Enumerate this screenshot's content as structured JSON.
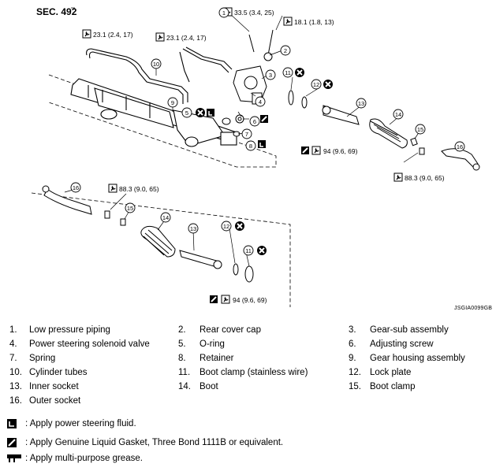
{
  "section": "SEC. 492",
  "image_code": "JSGIA0099GB",
  "torques": {
    "t1": "33.5 (3.4, 25)",
    "t2": "18.1 (1.8, 13)",
    "t3": "23.1 (2.4, 17)",
    "t4": "23.1 (2.4, 17)",
    "t5": "94 (9.6, 69)",
    "t6": "88.3 (9.0, 65)",
    "t7": "88.3 (9.0, 65)",
    "t8": "94 (9.6, 69)"
  },
  "callouts": [
    "1",
    "2",
    "3",
    "4",
    "5",
    "6",
    "7",
    "8",
    "9",
    "10",
    "11",
    "12",
    "13",
    "14",
    "15",
    "16"
  ],
  "parts": [
    {
      "num": "1.",
      "name": "Low pressure piping"
    },
    {
      "num": "2.",
      "name": "Rear cover cap"
    },
    {
      "num": "3.",
      "name": "Gear-sub assembly"
    },
    {
      "num": "4.",
      "name": "Power steering solenoid valve"
    },
    {
      "num": "5.",
      "name": "O-ring"
    },
    {
      "num": "6.",
      "name": "Adjusting screw"
    },
    {
      "num": "7.",
      "name": "Spring"
    },
    {
      "num": "8.",
      "name": "Retainer"
    },
    {
      "num": "9.",
      "name": "Gear housing assembly"
    },
    {
      "num": "10.",
      "name": "Cylinder tubes"
    },
    {
      "num": "11.",
      "name": "Boot clamp (stainless wire)"
    },
    {
      "num": "12.",
      "name": "Lock plate"
    },
    {
      "num": "13.",
      "name": "Inner socket"
    },
    {
      "num": "14.",
      "name": "Boot"
    },
    {
      "num": "15.",
      "name": "Boot clamp"
    },
    {
      "num": "16.",
      "name": "Outer socket"
    }
  ],
  "notes": [
    {
      "icon": "power-steering-fluid-icon",
      "text": ": Apply power steering fluid."
    },
    {
      "icon": "liquid-gasket-icon",
      "text": ": Apply Genuine Liquid Gasket, Three Bond 1111B or equivalent."
    },
    {
      "icon": "grease-icon",
      "text": ": Apply multi-purpose grease."
    }
  ]
}
